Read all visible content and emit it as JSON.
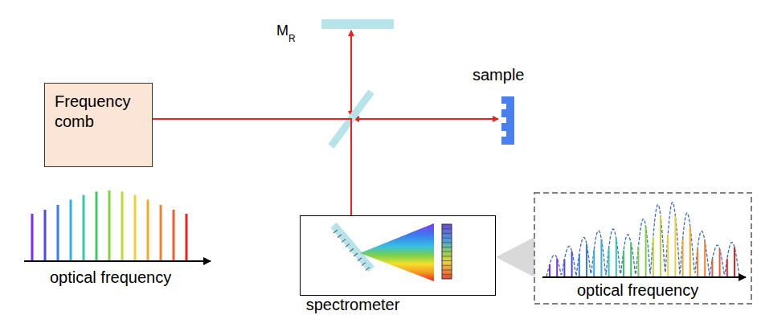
{
  "diagram": {
    "nodes": [
      {
        "text": [
          "Frequency comb"
        ]
      },
      {
        "text": [
          "spectrometer"
        ]
      }
    ],
    "edges": [
      {
        "from": 0,
        "to": 1,
        "arrow": "none"
      }
    ],
    "labels": [
      "M",
      "R",
      "sample",
      "optical frequency",
      "optical frequency"
    ]
  }
}
